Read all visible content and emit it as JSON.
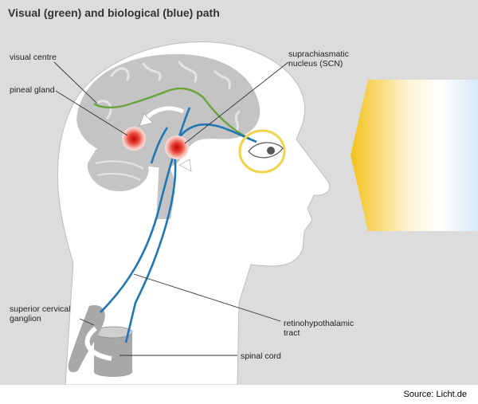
{
  "title": "Visual (green) and biological (blue) path",
  "labels": {
    "visual_centre": "visual centre",
    "pineal_gland": "pineal gland",
    "scn": "suprachiasmatic\nnucleus (SCN)",
    "ganglion": "superior cervical\nganglion",
    "tract": "retinohypothalamic\ntract",
    "spinal_cord": "spinal cord"
  },
  "footer": "Source: Licht.de",
  "colors": {
    "background": "#dcdcdc",
    "head": "#ffffff",
    "brain": "#c4c4c4",
    "visual_path": "#6aa33a",
    "biological_path": "#1f77b4",
    "eye_ring": "#f0d44a",
    "gland": "#d62020",
    "light_warm": "#f2c21a",
    "light_cool": "#d8e9f8"
  }
}
